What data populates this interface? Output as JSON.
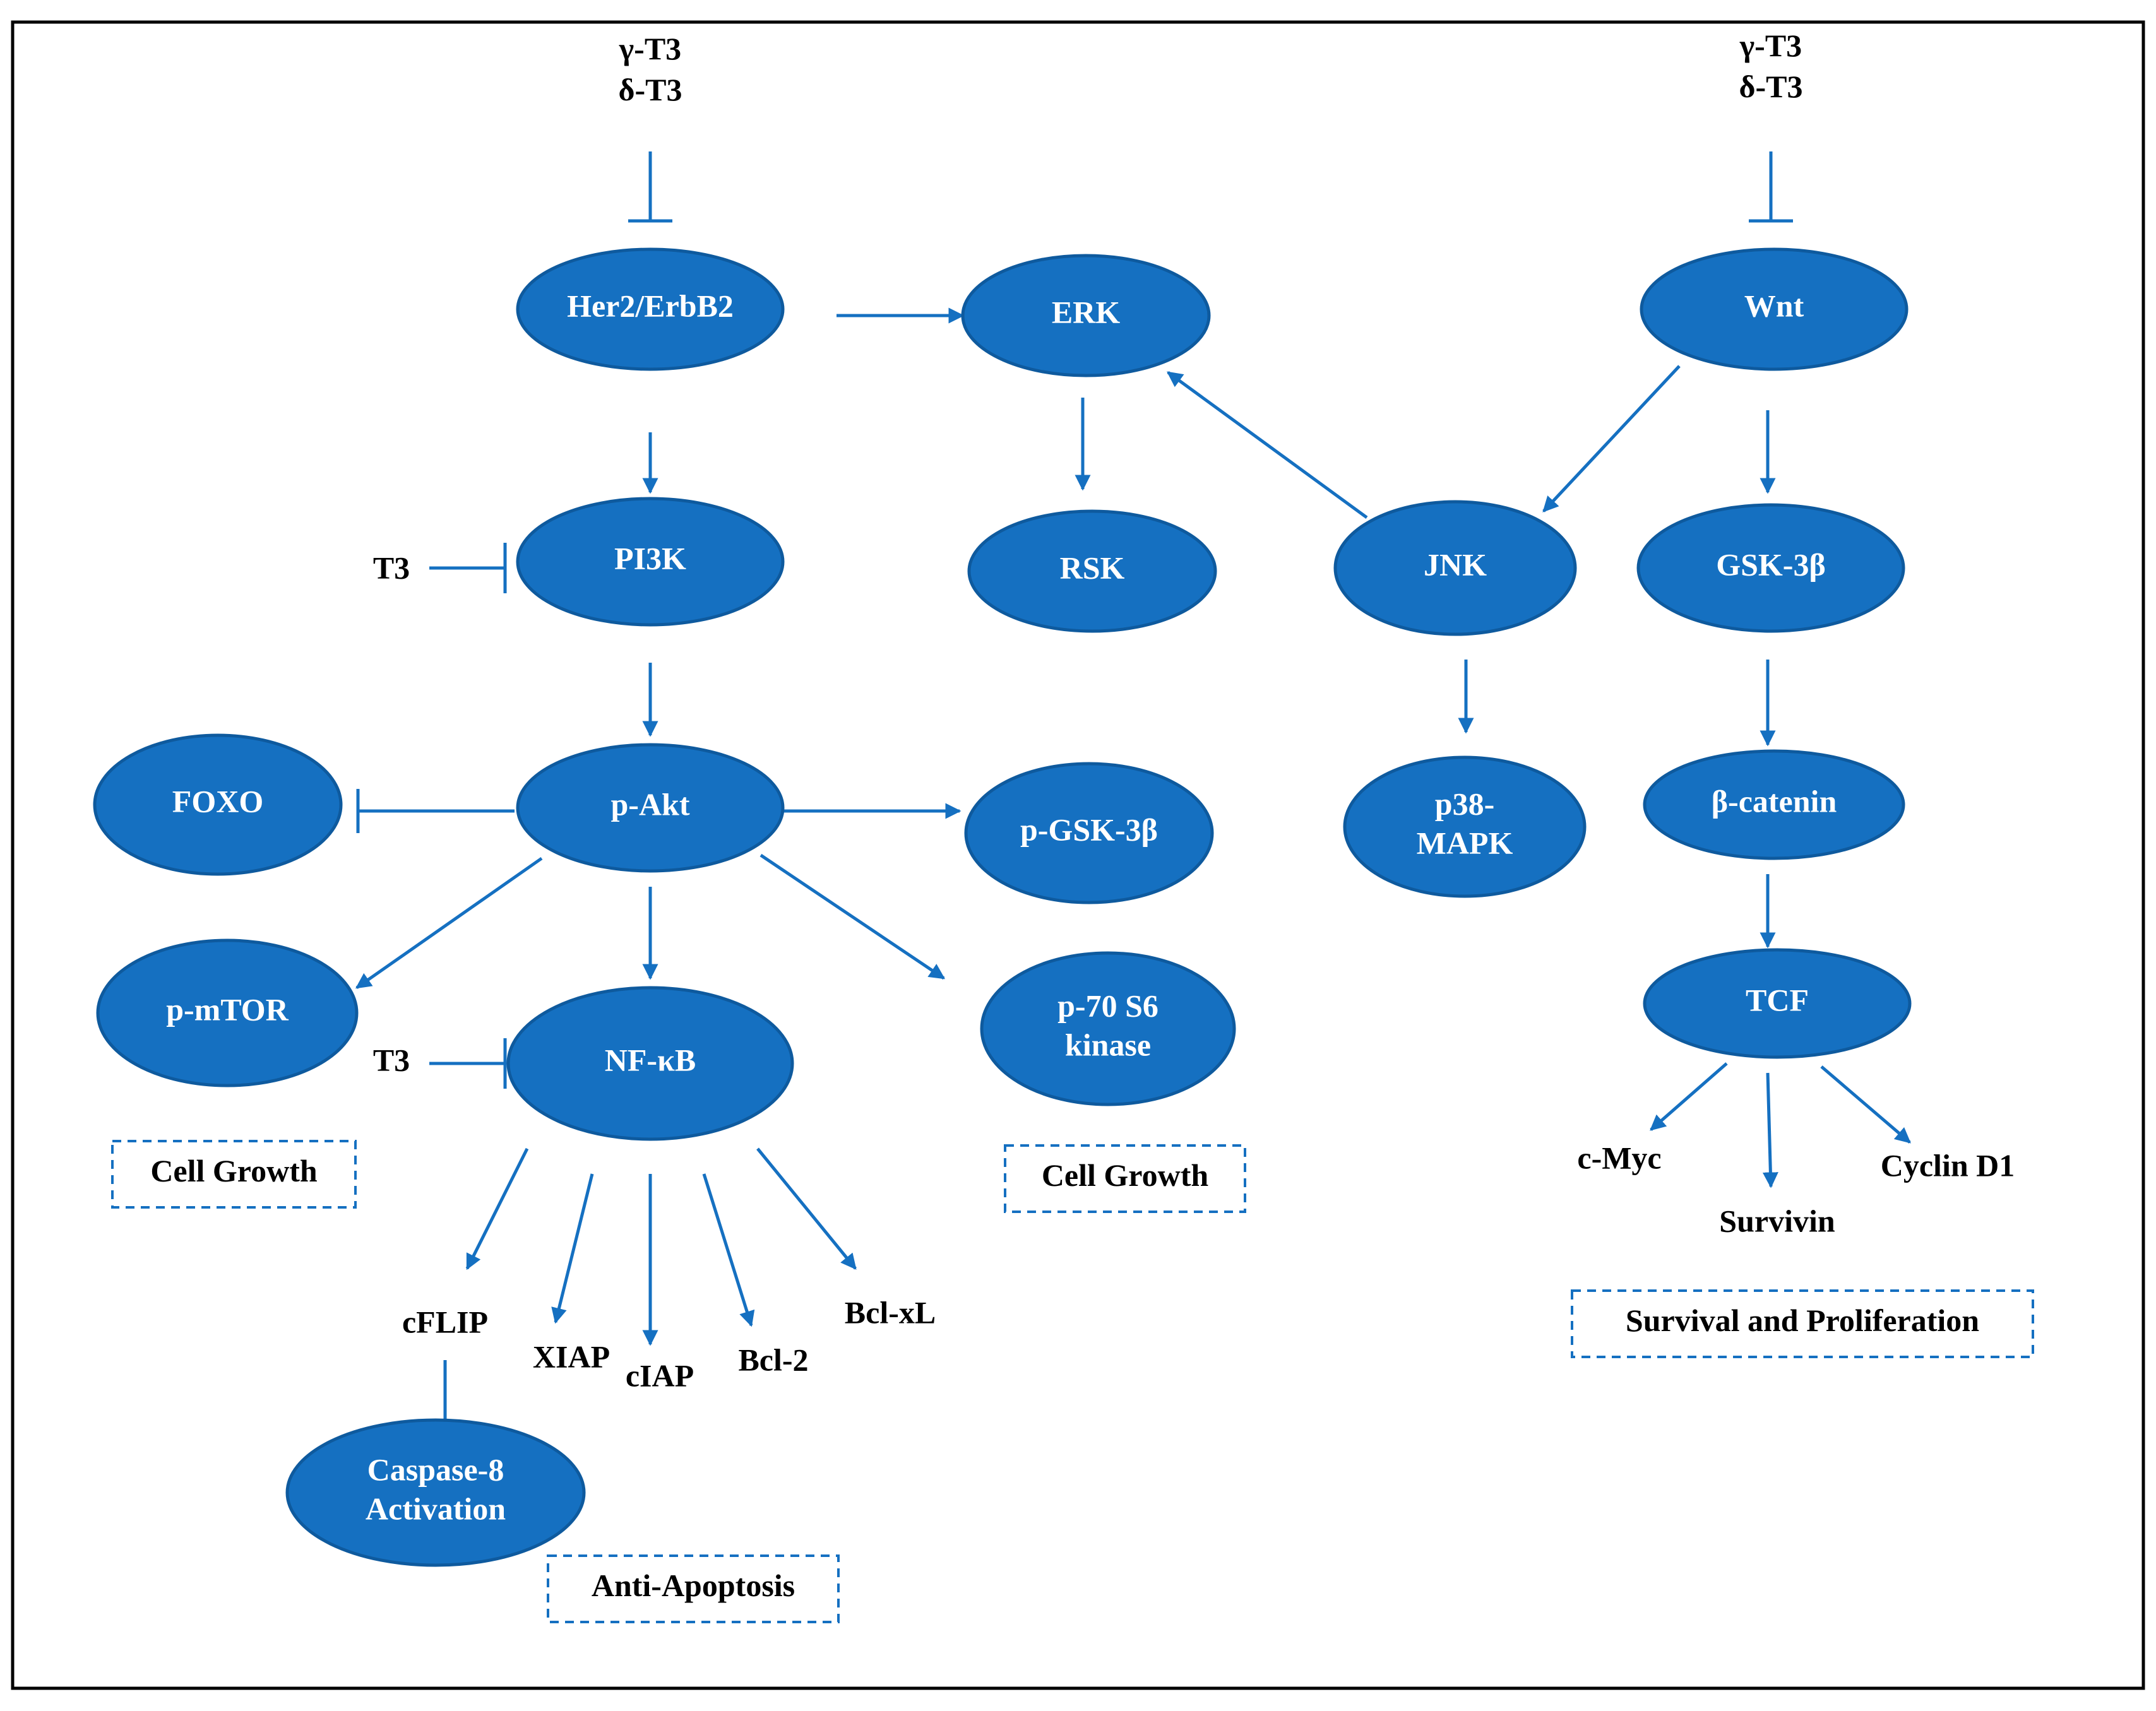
{
  "nodes": [
    {
      "id": "her2",
      "label": [
        "Her2/ErbB2"
      ]
    },
    {
      "id": "erk",
      "label": [
        "ERK"
      ]
    },
    {
      "id": "wnt",
      "label": [
        "Wnt"
      ]
    },
    {
      "id": "pi3k",
      "label": [
        "PI3K"
      ]
    },
    {
      "id": "rsk",
      "label": [
        "RSK"
      ]
    },
    {
      "id": "jnk",
      "label": [
        "JNK"
      ]
    },
    {
      "id": "gsk3b",
      "label": [
        "GSK-3β"
      ]
    },
    {
      "id": "foxo",
      "label": [
        "FOXO"
      ]
    },
    {
      "id": "pakt",
      "label": [
        "p-Akt"
      ]
    },
    {
      "id": "pgsk3b",
      "label": [
        "p-GSK-3β"
      ]
    },
    {
      "id": "p38",
      "label": [
        "p38-",
        "MAPK"
      ]
    },
    {
      "id": "bcat",
      "label": [
        "β-catenin"
      ]
    },
    {
      "id": "pmtor",
      "label": [
        "p-mTOR"
      ]
    },
    {
      "id": "nfkb",
      "label": [
        "NF-κB"
      ]
    },
    {
      "id": "p70",
      "label": [
        "p-70 S6",
        "kinase"
      ]
    },
    {
      "id": "tcf",
      "label": [
        "TCF"
      ]
    },
    {
      "id": "casp8",
      "label": [
        "Caspase-8",
        "Activation"
      ]
    }
  ],
  "labels": [
    {
      "id": "gt3-left",
      "lines": [
        "γ-T3",
        "δ-T3"
      ]
    },
    {
      "id": "gt3-right",
      "lines": [
        "γ-T3",
        "δ-T3"
      ]
    },
    {
      "id": "t3-pi3k",
      "lines": [
        "T3"
      ]
    },
    {
      "id": "t3-nfkb",
      "lines": [
        "T3"
      ]
    },
    {
      "id": "cflip",
      "lines": [
        "cFLIP"
      ]
    },
    {
      "id": "xiap",
      "lines": [
        "XIAP"
      ]
    },
    {
      "id": "ciap",
      "lines": [
        "cIAP"
      ]
    },
    {
      "id": "bcl2",
      "lines": [
        "Bcl-2"
      ]
    },
    {
      "id": "bclxl",
      "lines": [
        "Bcl-xL"
      ]
    },
    {
      "id": "cmyc",
      "lines": [
        "c-Myc"
      ]
    },
    {
      "id": "survivin",
      "lines": [
        "Survivin"
      ]
    },
    {
      "id": "cyclind1",
      "lines": [
        "Cyclin D1"
      ]
    }
  ],
  "boxes": [
    {
      "id": "cell-growth-left",
      "text": "Cell Growth"
    },
    {
      "id": "cell-growth-right",
      "text": "Cell Growth"
    },
    {
      "id": "anti-apoptosis",
      "text": "Anti-Apoptosis"
    },
    {
      "id": "survival-proliferation",
      "text": "Survival and Proliferation"
    }
  ],
  "edges": [
    {
      "from": "gt3-left",
      "to": "her2",
      "type": "inhibit"
    },
    {
      "from": "gt3-right",
      "to": "wnt",
      "type": "inhibit"
    },
    {
      "from": "her2",
      "to": "erk",
      "type": "activate"
    },
    {
      "from": "her2",
      "to": "pi3k",
      "type": "activate"
    },
    {
      "from": "t3-pi3k",
      "to": "pi3k",
      "type": "inhibit"
    },
    {
      "from": "pi3k",
      "to": "pakt",
      "type": "activate"
    },
    {
      "from": "erk",
      "to": "rsk",
      "type": "activate"
    },
    {
      "from": "jnk",
      "to": "erk",
      "type": "activate"
    },
    {
      "from": "wnt",
      "to": "jnk",
      "type": "activate"
    },
    {
      "from": "wnt",
      "to": "gsk3b",
      "type": "activate"
    },
    {
      "from": "jnk",
      "to": "p38",
      "type": "activate"
    },
    {
      "from": "gsk3b",
      "to": "bcat",
      "type": "activate"
    },
    {
      "from": "bcat",
      "to": "tcf",
      "type": "activate"
    },
    {
      "from": "pakt",
      "to": "foxo",
      "type": "inhibit"
    },
    {
      "from": "pakt",
      "to": "pgsk3b",
      "type": "activate"
    },
    {
      "from": "pakt",
      "to": "pmtor",
      "type": "activate"
    },
    {
      "from": "pakt",
      "to": "nfkb",
      "type": "activate"
    },
    {
      "from": "pakt",
      "to": "p70",
      "type": "activate"
    },
    {
      "from": "t3-nfkb",
      "to": "nfkb",
      "type": "inhibit"
    },
    {
      "from": "nfkb",
      "to": "cflip",
      "type": "activate"
    },
    {
      "from": "nfkb",
      "to": "xiap",
      "type": "activate"
    },
    {
      "from": "nfkb",
      "to": "ciap",
      "type": "activate"
    },
    {
      "from": "nfkb",
      "to": "bcl2",
      "type": "activate"
    },
    {
      "from": "nfkb",
      "to": "bclxl",
      "type": "activate"
    },
    {
      "from": "cflip",
      "to": "casp8",
      "type": "inhibit"
    },
    {
      "from": "tcf",
      "to": "cmyc",
      "type": "activate"
    },
    {
      "from": "tcf",
      "to": "survivin",
      "type": "activate"
    },
    {
      "from": "tcf",
      "to": "cyclind1",
      "type": "activate"
    }
  ],
  "colors": {
    "node_fill": "#1570c1",
    "edge": "#1570c1",
    "text_on_node": "#ffffff",
    "label_text": "#000000"
  }
}
